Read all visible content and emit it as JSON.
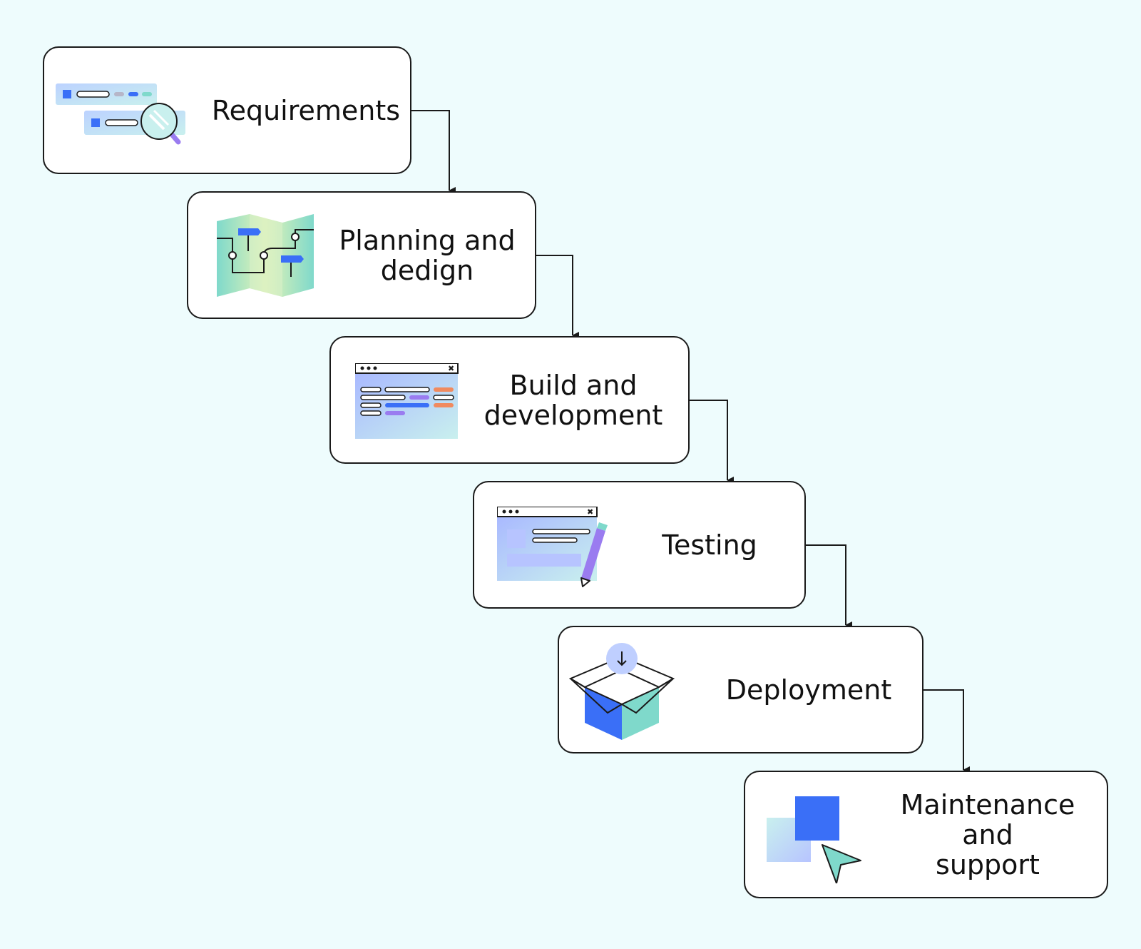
{
  "diagram": {
    "type": "waterfall-flow",
    "stages": [
      {
        "id": "requirements",
        "label": "Requirements",
        "icon": "search-list-icon"
      },
      {
        "id": "planning",
        "label": "Planning and\ndedign",
        "icon": "map-icon"
      },
      {
        "id": "build",
        "label": "Build and\ndevelopment",
        "icon": "code-window-icon"
      },
      {
        "id": "testing",
        "label": "Testing",
        "icon": "edit-window-icon"
      },
      {
        "id": "deployment",
        "label": "Deployment",
        "icon": "open-box-icon"
      },
      {
        "id": "maintenance",
        "label": "Maintenance and\nsupport",
        "icon": "cursor-square-icon"
      }
    ],
    "colors": {
      "background": "#eefcfd",
      "border": "#1a1a1a",
      "accent_blue": "#3a6ff7",
      "accent_teal": "#7fd9cb",
      "accent_purple": "#9a7cf0",
      "accent_orange": "#f08a5f"
    }
  }
}
